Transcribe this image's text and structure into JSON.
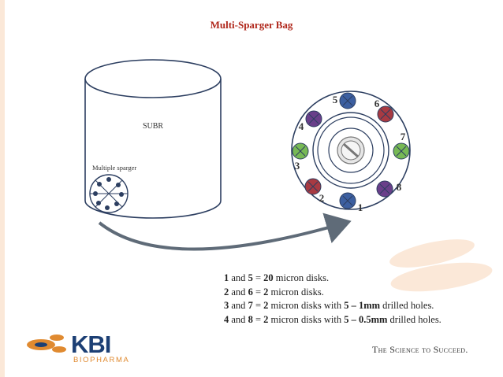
{
  "title": "Multi-Sparger Bag",
  "vessel_label": "SUBR",
  "sparger_label": "Multiple sparger",
  "ports": [
    {
      "num": "1",
      "color": "#3c5fa0"
    },
    {
      "num": "2",
      "color": "#a83a42"
    },
    {
      "num": "3",
      "color": "#77b955"
    },
    {
      "num": "4",
      "color": "#6a3f8a"
    },
    {
      "num": "5",
      "color": "#3c5fa0"
    },
    {
      "num": "6",
      "color": "#a83a42"
    },
    {
      "num": "7",
      "color": "#77b955"
    },
    {
      "num": "8",
      "color": "#6a3f8a"
    }
  ],
  "legend": [
    {
      "a": "1",
      "t1": " and ",
      "b": "5",
      "t2": " = ",
      "c": "20",
      "t3": " micron disks.",
      "d": "",
      "t4": ""
    },
    {
      "a": "2",
      "t1": " and ",
      "b": "6",
      "t2": " = ",
      "c": "2",
      "t3": " micron disks.",
      "d": "",
      "t4": ""
    },
    {
      "a": "3",
      "t1": " and ",
      "b": "7",
      "t2": " = ",
      "c": "2",
      "t3": " micron disks with ",
      "d": "5 – 1mm",
      "t4": " drilled holes."
    },
    {
      "a": "4",
      "t1": " and ",
      "b": "8",
      "t2": " = ",
      "c": "2",
      "t3": " micron disks with ",
      "d": "5 – 0.5mm",
      "t4": " drilled holes."
    }
  ],
  "logo": {
    "name": "KBI",
    "sub": "BIOPHARMA"
  },
  "tagline": "The Science to Succeed."
}
